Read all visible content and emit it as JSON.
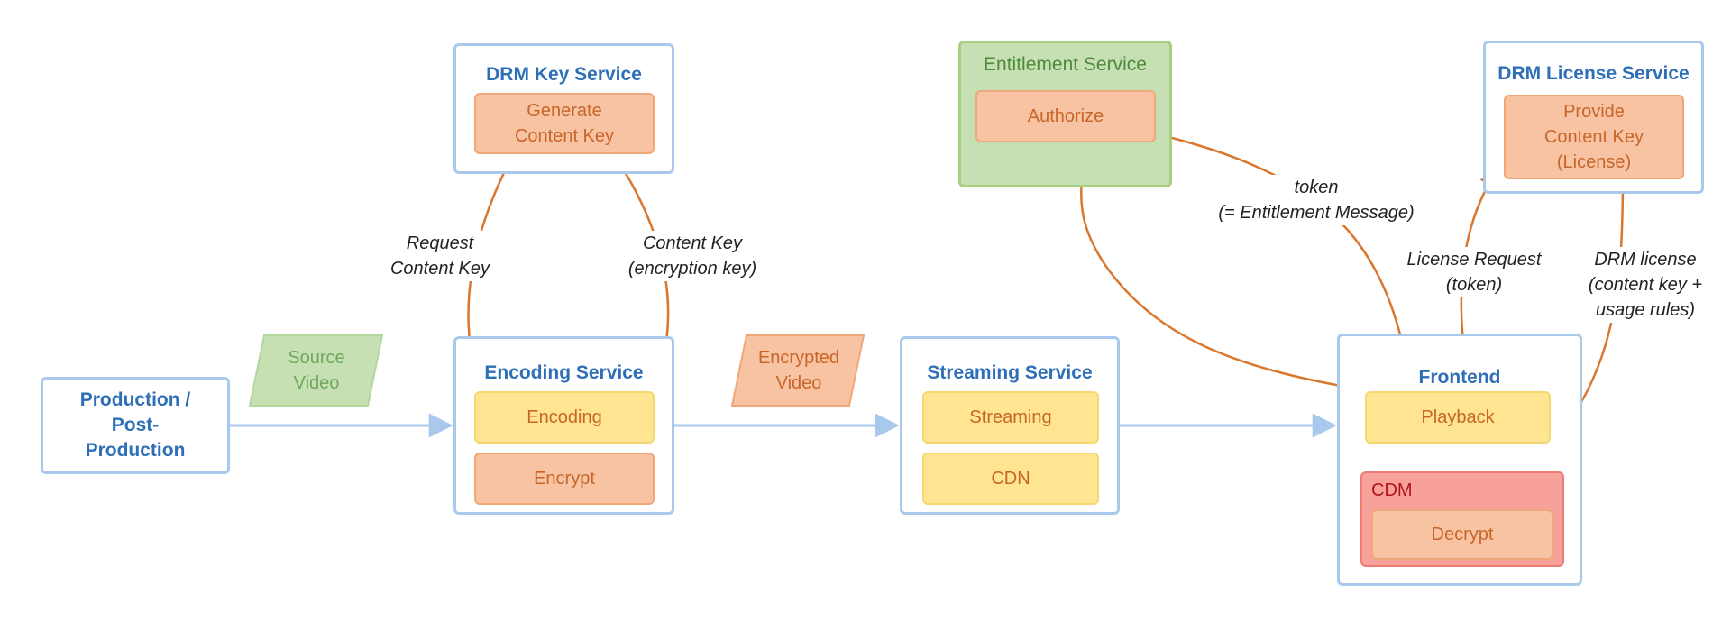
{
  "nodes": {
    "production": "Production /\nPost-\nProduction",
    "source_video": "Source\nVideo",
    "encrypted_video": "Encrypted\nVideo",
    "drm_key_service": {
      "title": "DRM Key Service",
      "generate": "Generate\nContent Key"
    },
    "encoding_service": {
      "title": "Encoding Service",
      "encoding": "Encoding",
      "encrypt": "Encrypt"
    },
    "streaming_service": {
      "title": "Streaming Service",
      "streaming": "Streaming",
      "cdn": "CDN"
    },
    "entitlement_service": {
      "title": "Entitlement Service",
      "authorize": "Authorize"
    },
    "drm_license_service": {
      "title": "DRM License Service",
      "provide": "Provide\nContent Key\n(License)"
    },
    "frontend": {
      "title": "Frontend",
      "playback": "Playback",
      "cdm": "CDM",
      "decrypt": "Decrypt"
    }
  },
  "edge_labels": {
    "request_content_key": "Request\nContent Key",
    "content_key": "Content Key\n(encryption key)",
    "token": "token\n(= Entitlement Message)",
    "license_request": "License Request\n(token)",
    "drm_license": "DRM license\n(content key +\nusage rules)"
  },
  "colors": {
    "service_border": "#a9c9ec",
    "title_blue": "#2e6fb7",
    "orange_fill": "#f7c3a2",
    "yellow_fill": "#ffe591",
    "green_fill": "#c6e0b4",
    "cdm_fill": "#f8a19a",
    "arrow_orange": "#d9772e",
    "arrow_blue": "#a9c9ec",
    "arrow_gray": "#8d9aa6"
  }
}
